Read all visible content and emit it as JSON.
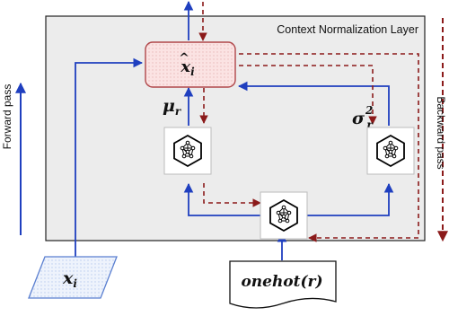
{
  "diagram": {
    "layer_title": "Context Normalization Layer",
    "forward_label": "Forward pass",
    "backward_label": "Backward pass",
    "xhat_base": "x",
    "xhat_hat": "^",
    "xhat_sub": "i",
    "mu_base": "μ",
    "mu_sub": "r",
    "sigma_base": "σ",
    "sigma_sub": "r",
    "sigma_sup": "2",
    "x_base": "x",
    "x_sub": "i",
    "onehot_text": "onehot(r)",
    "icons": [
      "neural-network-icon",
      "neural-network-icon",
      "neural-network-icon"
    ],
    "colors": {
      "forward": "#1f3fbf",
      "backward": "#8b1a1a",
      "panel_fill": "#ececec",
      "xhat_fill": "#fbe3e3",
      "xhat_border": "#b0474a",
      "input_fill": "#e8effa",
      "input_border": "#5a7fd0"
    }
  }
}
